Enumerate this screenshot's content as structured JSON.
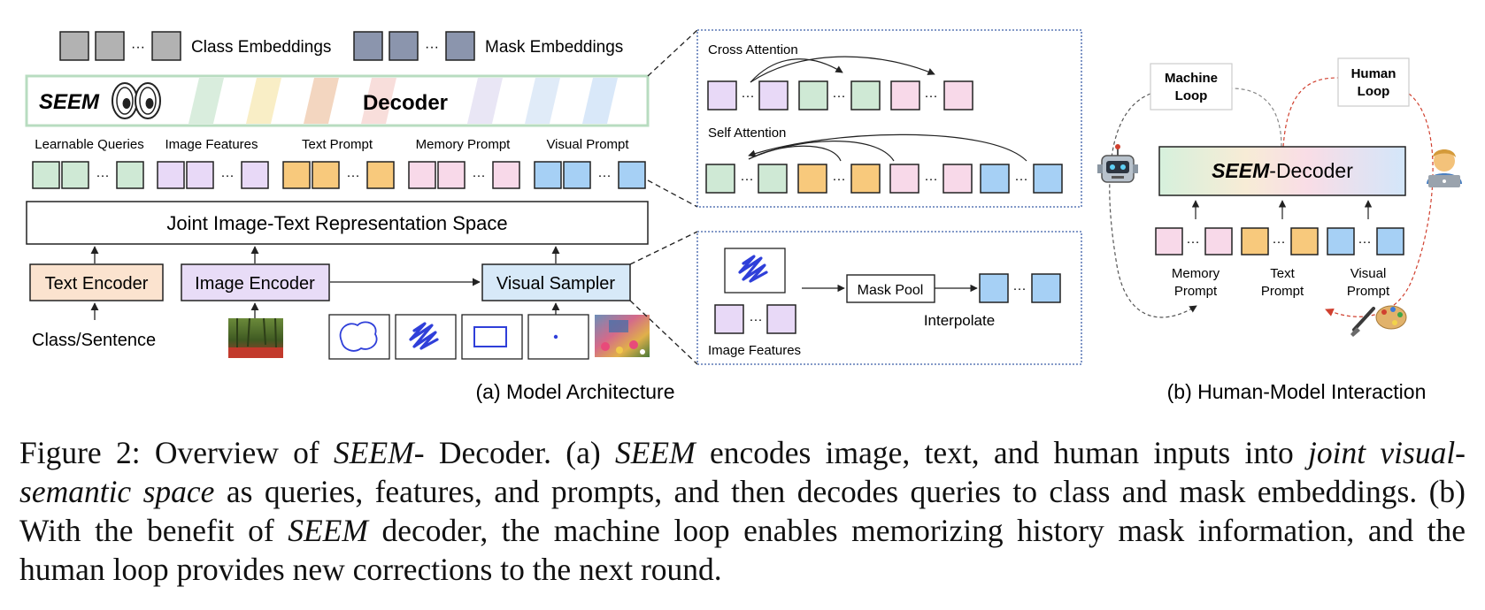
{
  "legend": {
    "ellipsis": "···",
    "class_embeddings": "Class Embeddings",
    "mask_embeddings": "Mask Embeddings"
  },
  "decoder_bar": {
    "brand": "SEEM",
    "title": "Decoder"
  },
  "token_groups": [
    {
      "label": "Learnable Queries",
      "color": "#cfe9d5"
    },
    {
      "label": "Image Features",
      "color": "#e8d9f7"
    },
    {
      "label": "Text Prompt",
      "color": "#f8c97c"
    },
    {
      "label": "Memory Prompt",
      "color": "#f8d9e9"
    },
    {
      "label": "Visual Prompt",
      "color": "#a6d0f5"
    }
  ],
  "joint_space": "Joint Image-Text Representation Space",
  "encoders": {
    "text": "Text Encoder",
    "image": "Image Encoder",
    "visual_sampler": "Visual Sampler",
    "class_sentence": "Class/Sentence"
  },
  "attention_panel": {
    "cross": "Cross Attention",
    "self": "Self Attention"
  },
  "sampler_panel": {
    "mask_pool": "Mask Pool",
    "interpolate": "Interpolate",
    "image_features": "Image Features"
  },
  "interaction": {
    "machine_loop": [
      "Machine",
      "Loop"
    ],
    "human_loop": [
      "Human",
      "Loop"
    ],
    "decoder_brand": "SEEM",
    "decoder_suffix": "-Decoder",
    "memory_prompt": [
      "Memory",
      "Prompt"
    ],
    "text_prompt": [
      "Text",
      "Prompt"
    ],
    "visual_prompt": [
      "Visual",
      "Prompt"
    ]
  },
  "subcaptions": {
    "a": "(a) Model Architecture",
    "b": "(b) Human-Model Interaction"
  },
  "caption": {
    "t1": "Figure 2: Overview of ",
    "seem1": "SEEM",
    "t2": "- Decoder. (a) ",
    "seem2": "SEEM",
    "t3": " encodes image, text, and human inputs into ",
    "joint": "joint visual-semantic space",
    "t4": " as queries, features, and prompts, and then decodes queries to class and mask embeddings. (b) With the benefit of ",
    "seem3": "SEEM",
    "t5": " decoder, the machine loop enables memorizing history mask information, and the human loop provides new corrections to the next round."
  },
  "colors": {
    "green": "#cfe9d5",
    "purple": "#e8d9f7",
    "orange": "#f8c97c",
    "pink": "#f8d9e9",
    "blue": "#a6d0f5",
    "gray": "#b2b2b2",
    "slate": "#8b95ad",
    "text_encoder": "#fbe3cf",
    "image_encoder": "#e8dcf7",
    "visual_sampler": "#d7e9f8",
    "panel_border": "#3b5ea8",
    "scribble": "#2f3fd9"
  },
  "icons": [
    "robot-icon",
    "person-icon",
    "scribble-icon",
    "brush-icon",
    "palette-icon",
    "forest-thumbnail",
    "garden-thumbnail"
  ]
}
